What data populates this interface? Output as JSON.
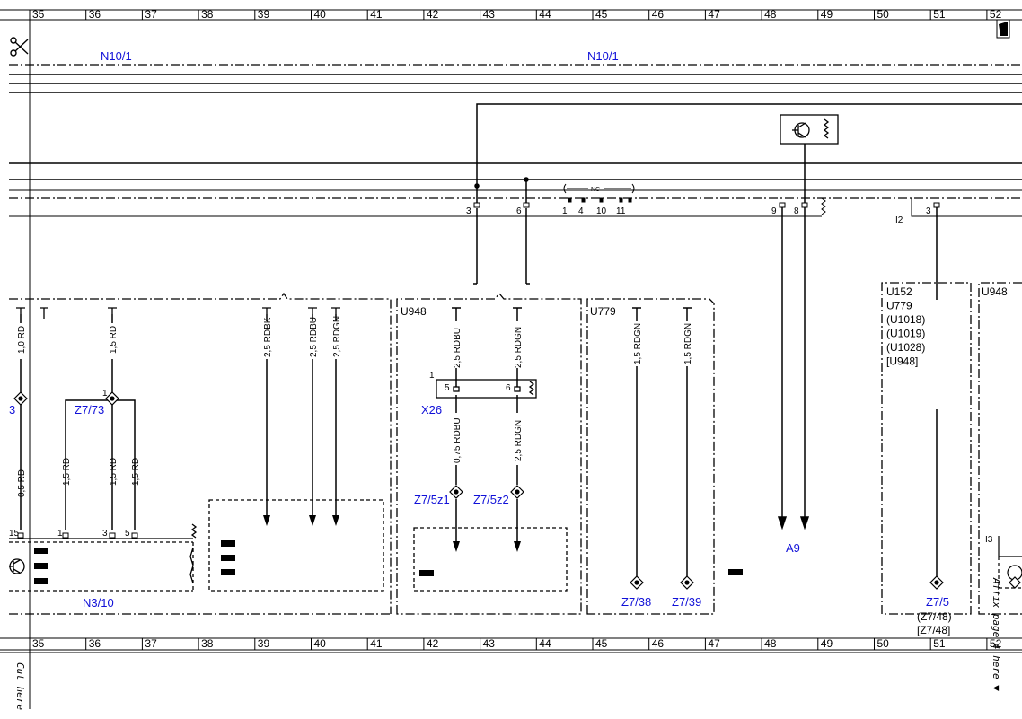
{
  "ruler": {
    "numbers": [
      "35",
      "36",
      "37",
      "38",
      "39",
      "40",
      "41",
      "42",
      "43",
      "44",
      "45",
      "46",
      "47",
      "48",
      "49",
      "50",
      "51",
      "52"
    ]
  },
  "top_labels": {
    "left": "N10/1",
    "right": "N10/1"
  },
  "pins": {
    "p3": "3",
    "p6": "6",
    "nc": "NC",
    "nc1": "1",
    "nc4": "4",
    "nc10": "10",
    "nc11": "11",
    "p9": "9",
    "p8": "8",
    "p3b": "3",
    "i2": "I2"
  },
  "wires": {
    "w_10rd": "1,0 RD",
    "w_15rd_top": "1,5 RD",
    "w_25rdbk": "2,5 RDBK",
    "w_25rdbu": "2,5 RDBU",
    "w_25rdgn": "2,5 RDGN",
    "w_u948_rdbu": "2,5 RDBU",
    "w_u948_rdgn": "2,5 RDGN",
    "w_u779_a": "1,5 RDGN",
    "w_u779_b": "1,5 RDGN",
    "w_05rd": "0,5 RD",
    "w_15rd_a": "1,5 RD",
    "w_15rd_b": "1,5 RD",
    "w_15rd_c": "1,5 RD",
    "w_075rdbu": "0,75 RDBU",
    "w_25rdgn_low": "2,5 RDGN"
  },
  "boxes": {
    "u948": "U948",
    "u779": "U779",
    "u948_right": "U948",
    "u152_lines": [
      "U152",
      "U779",
      "(U1018)",
      "(U1019)",
      "(U1028)",
      "[U948]"
    ]
  },
  "connectors": {
    "x26": "X26",
    "x26_p1": "1",
    "x26_p5": "5",
    "x26_p6": "6",
    "z7_73": "Z7/73",
    "z7_73_pin": "1",
    "left_3": "3",
    "z7_5z1": "Z7/5z1",
    "z7_5z2": "Z7/5z2",
    "z7_38": "Z7/38",
    "z7_39": "Z7/39",
    "z7_5": "Z7/5",
    "z7_5_alt1": "(Z7/48)",
    "z7_5_alt2": "[Z7/48]",
    "a9": "A9",
    "n3_10": "N3/10",
    "i3": "I3",
    "n3_p15": "15",
    "n3_p1": "1",
    "n3_p3": "3",
    "n3_p5": "5"
  },
  "margin": {
    "cut_here": "Cut here",
    "affix": "Affix page 4 here ▼"
  }
}
